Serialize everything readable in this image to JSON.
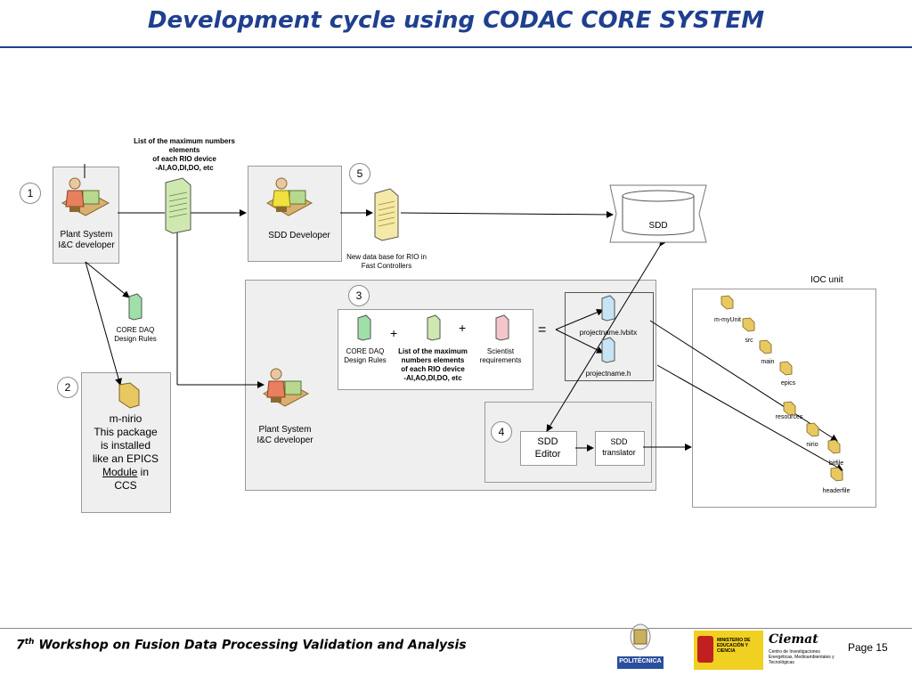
{
  "title": "Development cycle using CODAC CORE SYSTEM",
  "steps": {
    "s1": "1",
    "s2": "2",
    "s3": "3",
    "s4": "4",
    "s5": "5"
  },
  "actors": {
    "plant_dev_top": [
      "Plant System",
      "I&C developer"
    ],
    "sdd_dev": "SDD Developer",
    "plant_dev_mid": [
      "Plant System",
      "I&C developer"
    ]
  },
  "top_doc_label": [
    "List of the maximum numbers",
    "elements",
    "of each RIO device",
    "-AI,AO,DI,DO, etc"
  ],
  "new_db_label": [
    "New data base for RIO in",
    "Fast Controllers"
  ],
  "sdd_db": "SDD",
  "core_daq_left": [
    "CORE DAQ",
    "Design Rules"
  ],
  "m_nirio": {
    "l1": "m-nirio",
    "l2": "This package",
    "l3": "is installed",
    "l4": "like an EPICS",
    "l5_link": "Module",
    "l5_rest": " in",
    "l6": "CCS"
  },
  "box3": {
    "core_daq": [
      "CORE DAQ",
      "Design Rules"
    ],
    "list_max": [
      "List of the maximum",
      "numbers elements",
      "of each RIO device",
      "-AI,AO,DI,DO, etc"
    ],
    "scientist": [
      "Scientist",
      "requirements"
    ],
    "plus1": "+",
    "plus2": "+",
    "equals": "=",
    "lvbitx": "projectname.lvbitx",
    "header": "projectname.h"
  },
  "box4": {
    "sdd_editor": [
      "SDD",
      "Editor"
    ],
    "sdd_translator": [
      "SDD",
      "translator"
    ]
  },
  "ioc": {
    "title": "IOC unit",
    "items": [
      "m-myUnit",
      "src",
      "main",
      "epics",
      "resources",
      "nirio",
      "bitfile",
      "headerfile"
    ]
  },
  "footer": {
    "prefix": "7",
    "sup": "th",
    "text": " Workshop on Fusion Data Processing Validation and Analysis",
    "page": "Page 15",
    "logo_politecnica": "POLITÉCNICA",
    "logo_ministerio": "MINISTERIO DE EDUCACIÓN Y CIENCIA",
    "logo_ciemat": "Ciemat",
    "logo_ciemat_sub": "Centro de Investigaciones Energéticas, Medioambientales y Tecnológicas"
  },
  "colors": {
    "title": "#1f3f8f",
    "doc_yellow": "#f5e9a8",
    "doc_green": "#cfe8b0",
    "doc_green_bright": "#9fe0a8",
    "doc_pink": "#f4c6cc",
    "doc_blue": "#c6e4f4",
    "folder": "#e8c860"
  }
}
